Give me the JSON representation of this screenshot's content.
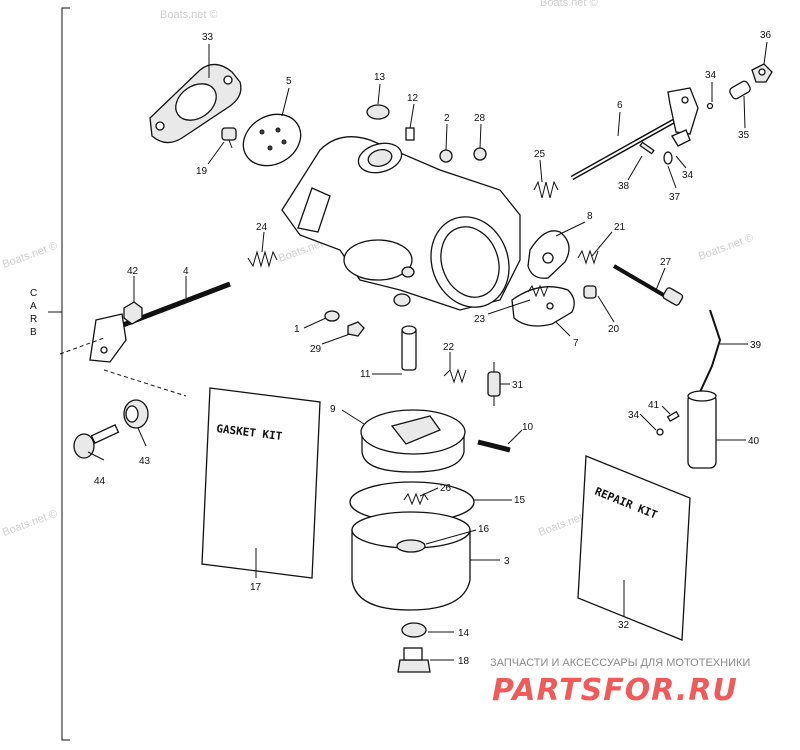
{
  "side_label": "CARB",
  "watermark": "Boats.net ©",
  "kits": {
    "gasket": "GASKET KIT",
    "repair": "REPAIR KIT"
  },
  "callouts": [
    "33",
    "5",
    "13",
    "12",
    "2",
    "28",
    "25",
    "36",
    "34",
    "6",
    "35",
    "34",
    "37",
    "38",
    "19",
    "24",
    "8",
    "21",
    "42",
    "4",
    "27",
    "1",
    "23",
    "20",
    "7",
    "29",
    "22",
    "11",
    "31",
    "39",
    "9",
    "10",
    "41",
    "34",
    "40",
    "26",
    "15",
    "44",
    "43",
    "16",
    "3",
    "17",
    "32",
    "14",
    "18"
  ],
  "brand": {
    "tagline": "ЗАПЧАСТИ И АКСЕССУАРЫ ДЛЯ МОТОТЕХНИКИ",
    "logo": "PARTSFOR.RU"
  }
}
